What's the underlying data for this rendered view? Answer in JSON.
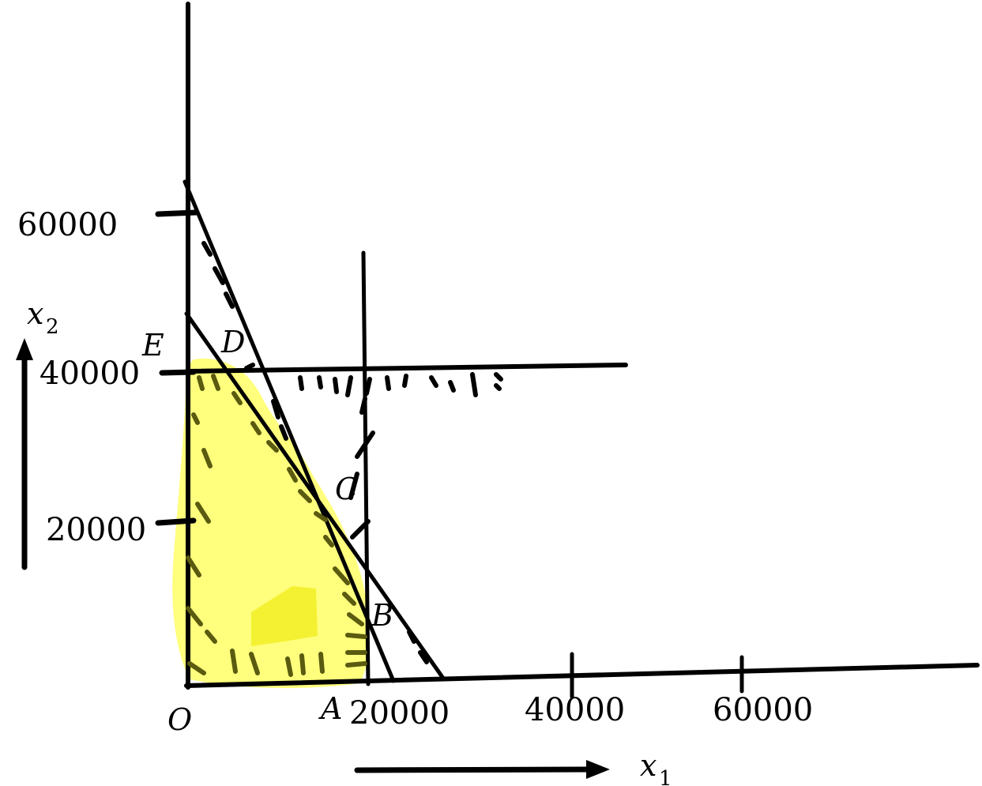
{
  "x_axis": {
    "variable": "x",
    "subscript": "1",
    "ticks": [
      "20000",
      "40000",
      "60000"
    ]
  },
  "y_axis": {
    "variable": "x",
    "subscript": "2",
    "ticks": [
      "20000",
      "40000",
      "60000"
    ]
  },
  "points": {
    "O": "O",
    "A": "A",
    "B": "B",
    "C": "C",
    "D": "D",
    "E": "E"
  },
  "colors": {
    "ink": "#000000",
    "feasible_highlight": "#ffff66"
  }
}
